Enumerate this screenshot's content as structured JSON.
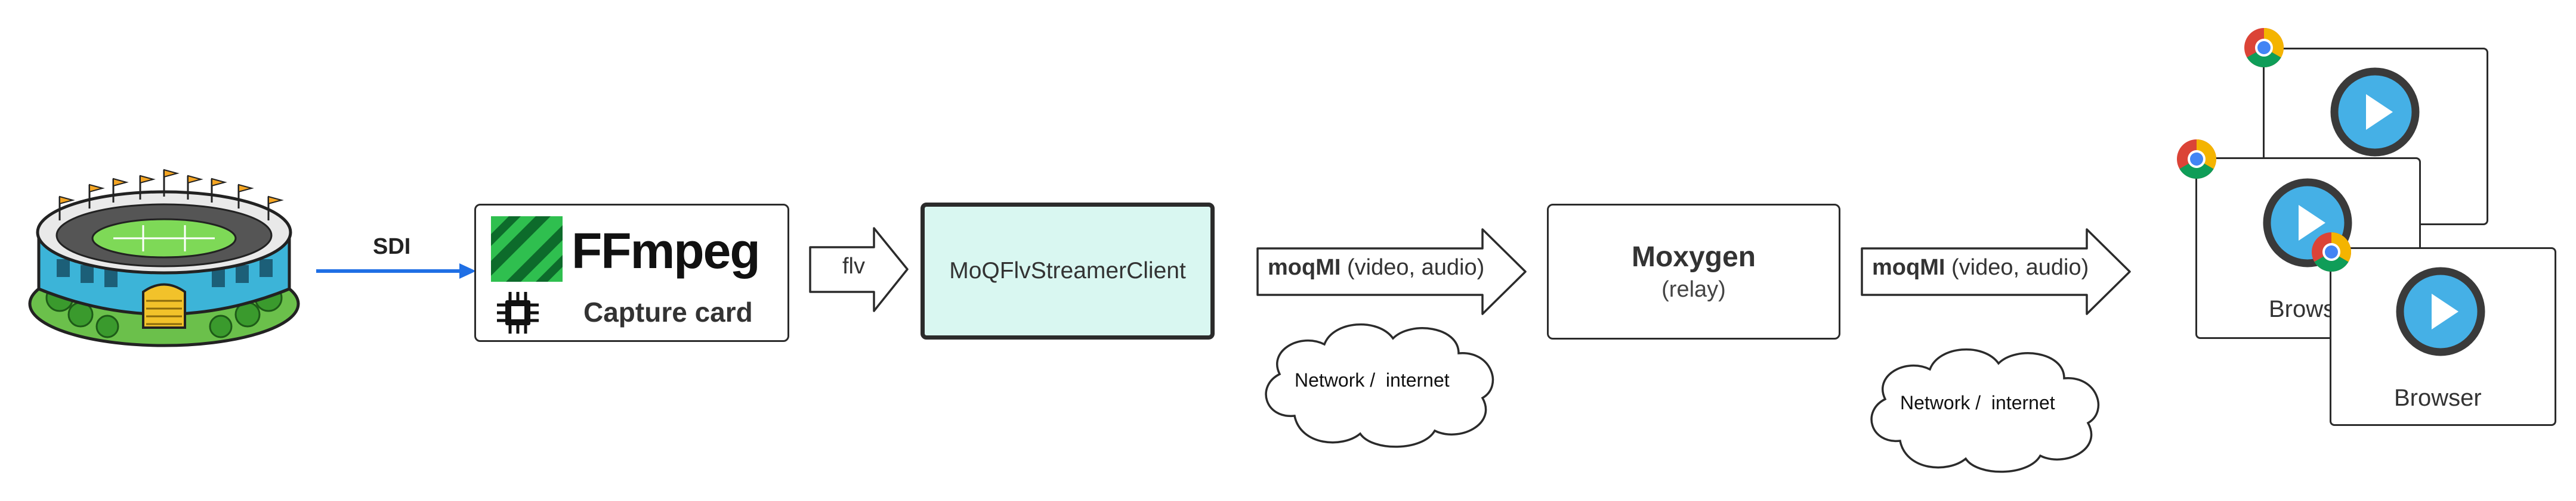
{
  "source": {
    "stadium_icon": "stadium-icon",
    "sdi_label": "SDI",
    "connector_color": "#1f6fe5"
  },
  "capture": {
    "ffmpeg_logo": "ffmpeg-logo-icon",
    "ffmpeg_label": "FFmpeg",
    "chip_icon": "chip-icon",
    "capture_label": "Capture card"
  },
  "arrows": {
    "flv": "flv",
    "moqmi_1_bold": "moqMI",
    "moqmi_1_rest": " (video, audio)",
    "moqmi_2_bold": "moqMI",
    "moqmi_2_rest": " (video, audio)"
  },
  "client": {
    "label": "MoQFlvStreamerClient",
    "fill": "#d9f7f1"
  },
  "relay": {
    "title": "Moxygen",
    "subtitle": "(relay)"
  },
  "network": {
    "cloud_1": "Network /  internet",
    "cloud_2": "Network /  internet"
  },
  "browsers": {
    "back_label": "",
    "mid_label": "Brows",
    "front_label": "Browser",
    "browser_icon": "chrome-icon",
    "play_icon": "play-icon",
    "play_color": "#45b0e6"
  }
}
